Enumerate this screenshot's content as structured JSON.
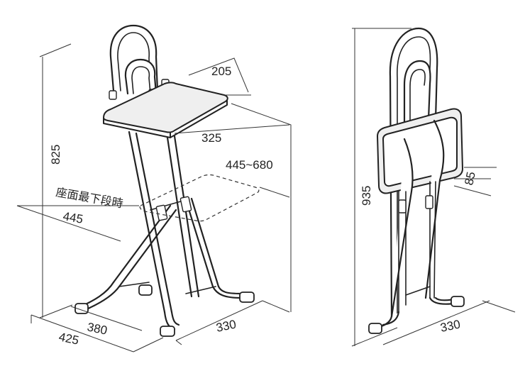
{
  "diagram": {
    "left_view": {
      "seat_depth": "205",
      "seat_width": "325",
      "seat_height_range": "445~680",
      "overall_height": "825",
      "min_seat_height_label": "座面最下段時",
      "min_seat_height": "445",
      "base_depth_inner": "380",
      "base_depth_outer": "425",
      "base_width": "330"
    },
    "right_view": {
      "folded_height": "935",
      "folded_depth": "85",
      "base_width": "330"
    }
  }
}
